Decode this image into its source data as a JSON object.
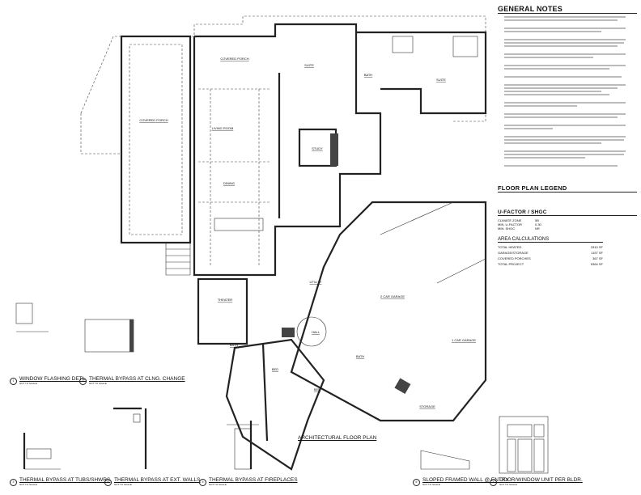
{
  "general_notes": {
    "title": "GENERAL NOTES",
    "note_count": 13
  },
  "legend": {
    "title": "FLOOR PLAN LEGEND",
    "ufactor_title": "U-FACTOR / SHGC",
    "climate_zone_label": "CLIMATE ZONE",
    "climate_zone": "5B",
    "u_factor_label": "MIN. U-FACTOR",
    "u_factor": "0.30",
    "shgc_label": "MIN. SHGC",
    "shgc": "NR"
  },
  "area": {
    "title": "AREA CALCULATIONS",
    "rows": [
      {
        "label": "TOTAL HEATED",
        "value": "3310 SF"
      },
      {
        "label": "GARAGE/STORAGE",
        "value": "1157 SF"
      },
      {
        "label": "COVERED PORCHES",
        "value": "367 SF"
      },
      {
        "label": "TOTAL PROJECT",
        "value": "5364 SF"
      }
    ]
  },
  "rooms": {
    "covered_porch": "COVERED PORCH",
    "covered_porch_left": "COVERED PORCH",
    "suite": "SUITE",
    "suite2": "SUITE",
    "bath": "BATH",
    "living": "LIVING ROOM",
    "study": "STUDY",
    "dining": "DINING",
    "theater": "THEATER",
    "garage2": "2 CAR GARAGE",
    "garage1": "1 CAR GARAGE",
    "storage": "STORAGE",
    "hall": "HALL",
    "utility": "UTILITY",
    "bed1": "BED",
    "bed2": "BED",
    "bath2": "BATH",
    "bath3": "BATH"
  },
  "plan": {
    "title": "ARCHITECTURAL FLOOR PLAN"
  },
  "details": [
    {
      "num": "1",
      "sheet": "A1",
      "title": "WINDOW FLASHING DETL.",
      "scale": "NOT TO SCALE"
    },
    {
      "num": "2",
      "sheet": "A1",
      "title": "THERMAL BYPASS AT CLNG. CHANGE",
      "scale": "NOT TO SCALE"
    },
    {
      "num": "3",
      "sheet": "A1",
      "title": "THERMAL BYPASS AT TUBS/SHWRS",
      "scale": "NOT TO SCALE"
    },
    {
      "num": "4",
      "sheet": "A1",
      "title": "THERMAL BYPASS AT EXT. WALLS",
      "scale": "NOT TO SCALE"
    },
    {
      "num": "5",
      "sheet": "A1",
      "title": "THERMAL BYPASS AT FIREPLACES",
      "scale": "NOT TO SCALE"
    },
    {
      "num": "6",
      "sheet": "A1",
      "title": "SLOPED FRAMED WALL @ ENTRY",
      "scale": "NOT TO SCALE"
    },
    {
      "num": "7",
      "sheet": "A1",
      "title": "DOOR/WINDOW UNIT PER BLDR.",
      "scale": "NOT TO SCALE"
    }
  ]
}
